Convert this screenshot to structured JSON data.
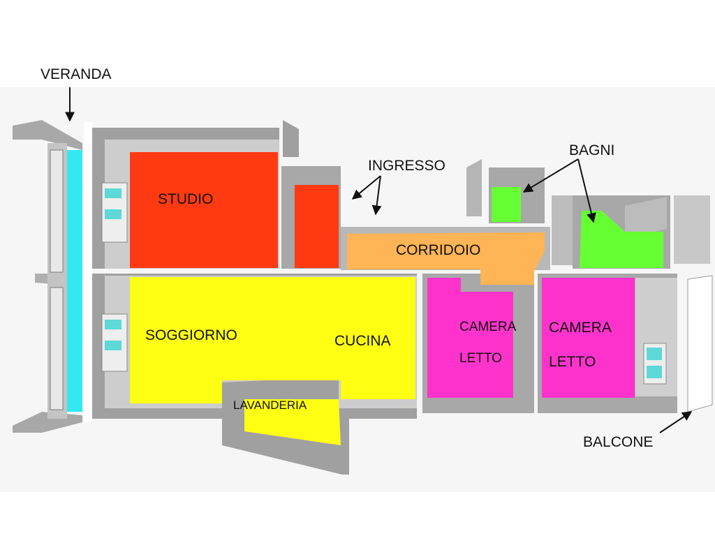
{
  "labels": {
    "veranda": "VERANDA",
    "ingresso": "INGRESSO",
    "bagni": "BAGNI",
    "studio": "STUDIO",
    "corridoio": "CORRIDOIO",
    "soggiorno": "SOGGIORNO",
    "cucina": "CUCINA",
    "camera1_line1": "CAMERA",
    "camera1_line2": "LETTO",
    "camera2_line1": "CAMERA",
    "camera2_line2": "LETTO",
    "lavanderia": "LAVANDERIA",
    "balcone": "BALCONE"
  },
  "colors": {
    "veranda": "#33e8f2",
    "studio": "#ff3a12",
    "corridoio": "#ffb455",
    "soggiorno": "#ffff14",
    "camera": "#ff33cc",
    "bagni": "#66ff33",
    "wall": "#9e9e9e",
    "floor": "#cfcfcf",
    "window": "#5fd8d8"
  }
}
